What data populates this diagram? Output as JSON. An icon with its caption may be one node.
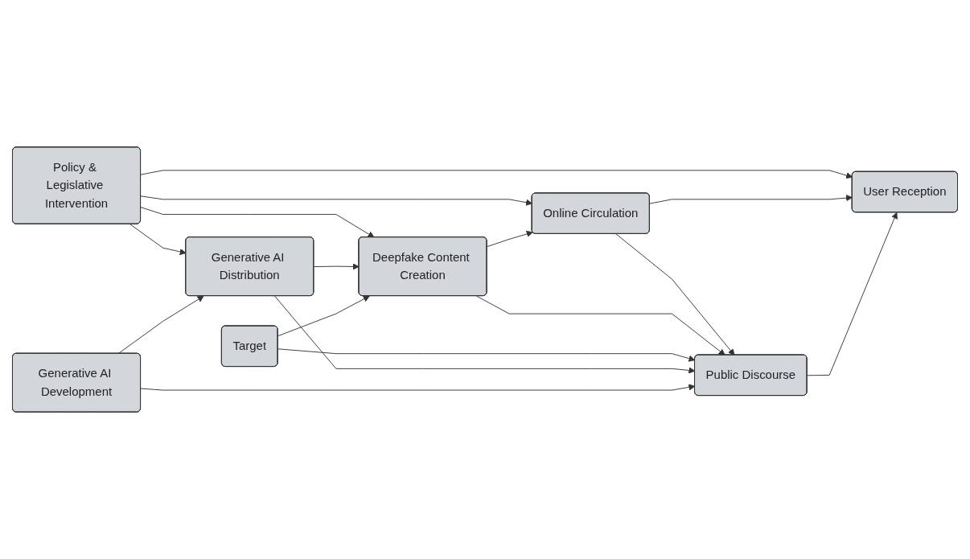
{
  "diagram": {
    "nodes": [
      {
        "text": [
          "Policy & Legislative Intervention"
        ]
      },
      {
        "text": [
          "Generative AI Development"
        ]
      },
      {
        "text": [
          "Generative AI Distribution"
        ]
      },
      {
        "text": [
          "Deepfake Content Creation"
        ]
      },
      {
        "text": [
          "Online Circulation"
        ]
      },
      {
        "text": [
          "User Reception"
        ]
      },
      {
        "text": [
          "Target"
        ]
      },
      {
        "text": [
          "Public Discourse"
        ]
      }
    ],
    "edges": [
      {
        "from": 0,
        "to": 2,
        "arrow": "to"
      },
      {
        "from": 0,
        "to": 3,
        "arrow": "to"
      },
      {
        "from": 0,
        "to": 4,
        "arrow": "to"
      },
      {
        "from": 0,
        "to": 5,
        "arrow": "to"
      },
      {
        "from": 1,
        "to": 2,
        "arrow": "to"
      },
      {
        "from": 2,
        "to": 3,
        "arrow": "to"
      },
      {
        "from": 3,
        "to": 4,
        "arrow": "to"
      },
      {
        "from": 4,
        "to": 5,
        "arrow": "to"
      },
      {
        "from": 6,
        "to": 3,
        "arrow": "to"
      },
      {
        "from": 4,
        "to": 7,
        "arrow": "to"
      },
      {
        "from": 3,
        "to": 7,
        "arrow": "to"
      },
      {
        "from": 6,
        "to": 7,
        "arrow": "to"
      },
      {
        "from": 2,
        "to": 7,
        "arrow": "to"
      },
      {
        "from": 1,
        "to": 7,
        "arrow": "to"
      },
      {
        "from": 7,
        "to": 5,
        "arrow": "to"
      }
    ]
  }
}
